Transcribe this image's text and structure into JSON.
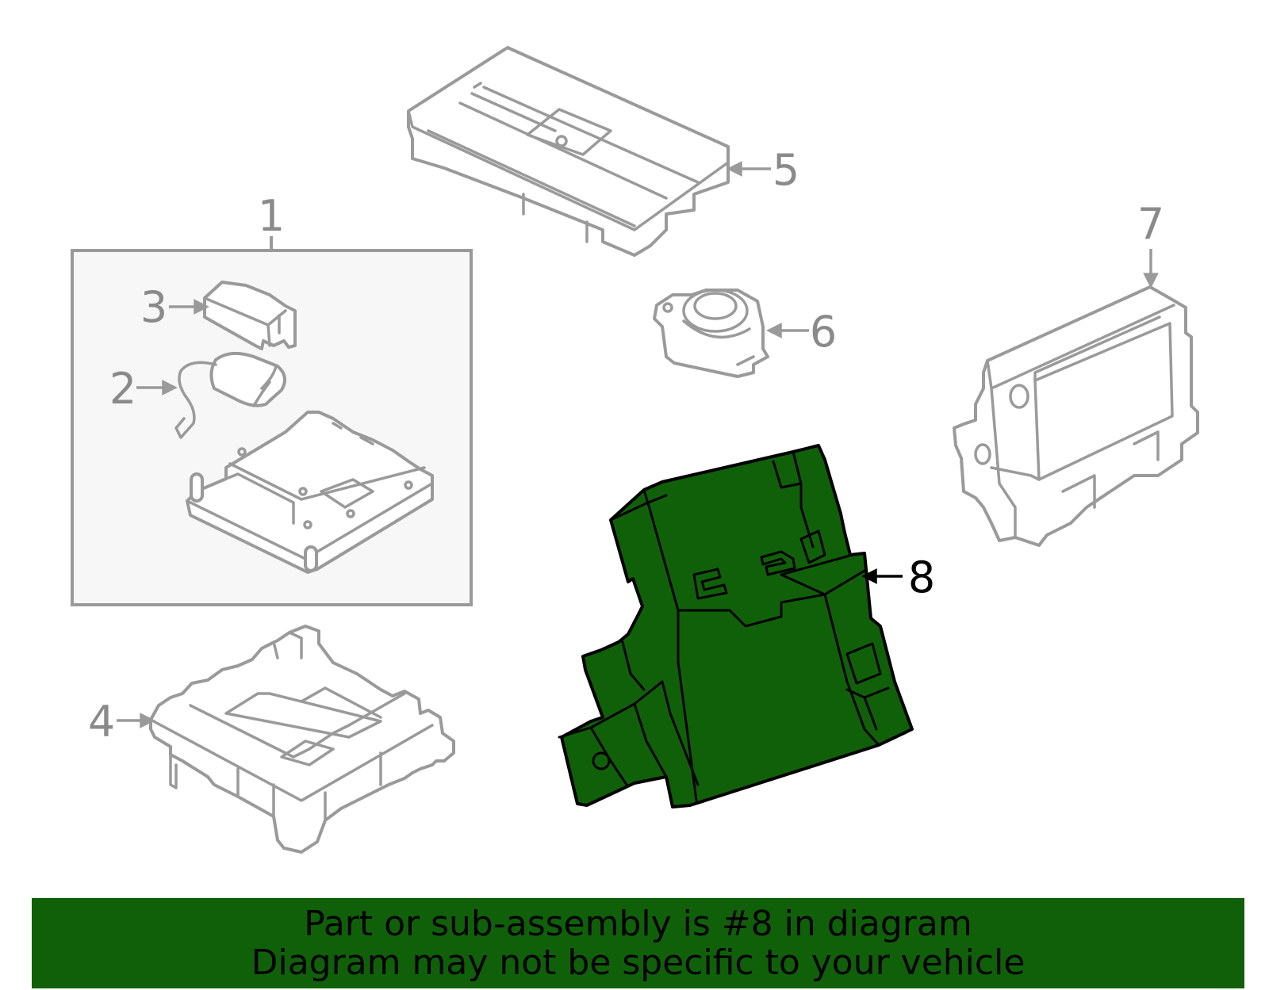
{
  "colors": {
    "highlight": "#10600a",
    "outline": "#9a9a9a",
    "highlight_outline": "#000000",
    "callout_text": "#8a8a8a",
    "banner_text": "#000000",
    "box_fill": "#f7f7f7"
  },
  "callouts": {
    "c1": "1",
    "c2": "2",
    "c3": "3",
    "c4": "4",
    "c5": "5",
    "c6": "6",
    "c7": "7",
    "c8": "8"
  },
  "banner": {
    "line1": "Part or sub-assembly is #8 in diagram",
    "line2": "Diagram may not be specific to your vehicle"
  }
}
